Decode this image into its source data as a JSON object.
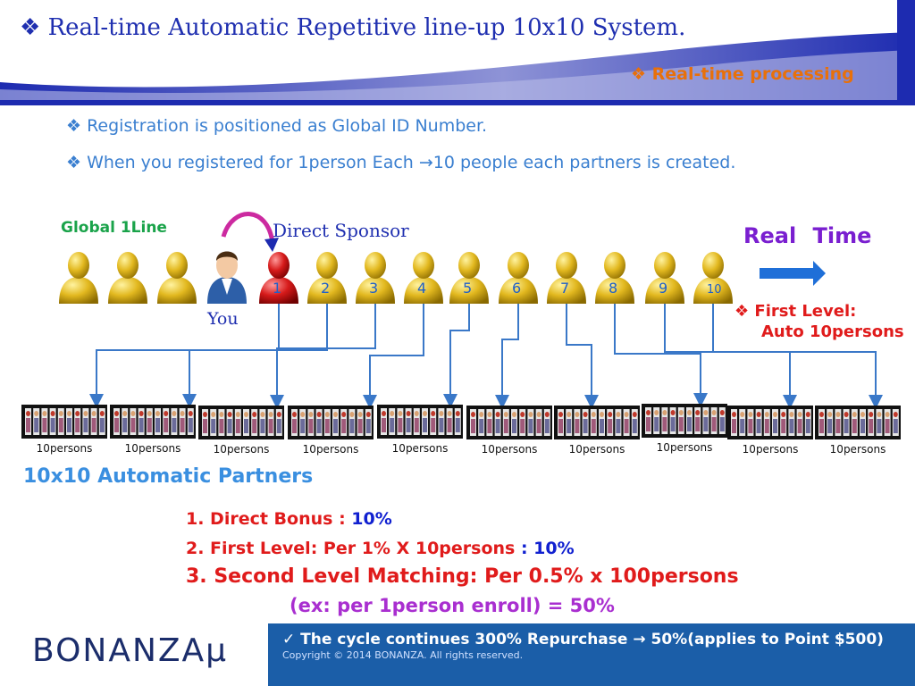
{
  "header": {
    "title": "❖ Real-time Automatic Repetitive line-up 10x10 System.",
    "subtitle": "❖ Real-time processing"
  },
  "bullets": [
    "❖ Registration is positioned as Global ID Number.",
    "❖ When you registered for 1person Each →10 people each partners is created."
  ],
  "diagram": {
    "global_label": "Global 1Line",
    "sponsor_label": "Direct Sponsor",
    "you_label": "You",
    "person_numbers": [
      "1",
      "2",
      "3",
      "4",
      "5",
      "6",
      "7",
      "8",
      "9",
      "10"
    ],
    "group_labels": [
      "10persons",
      "10persons",
      "10persons",
      "10persons",
      "10persons",
      "10persons",
      "10persons",
      "10persons",
      "10persons",
      "10persons"
    ],
    "colors": {
      "gold": "#e2b81f",
      "red": "#d61a1a",
      "you": "#2d5fa8",
      "line": "#3a78c8",
      "arrow": "#1f6fd8"
    }
  },
  "realtime": {
    "label": "Real Time",
    "first_level_1": "❖  First Level:",
    "first_level_2": "Auto 10persons"
  },
  "partners_label": "10x10 Automatic Partners",
  "rules": {
    "r1_text": "1. Direct Bonus : ",
    "r1_value": "10%",
    "r2_text": "2. First Level: Per 1% X 10persons ",
    "r2_colon": ": ",
    "r2_value": "10%",
    "r3_text": "3. Second Level Matching: Per 0.5% x 100persons",
    "r4_text": "(ex: per 1person enroll) = 50%"
  },
  "footer": {
    "logo": "BONANZAμ",
    "copyright": "Copyright © 2014 BONANZA. All rights reserved.",
    "cycle": "✓  The cycle continues 300% Repurchase → 50%(applies to Point $500)"
  }
}
